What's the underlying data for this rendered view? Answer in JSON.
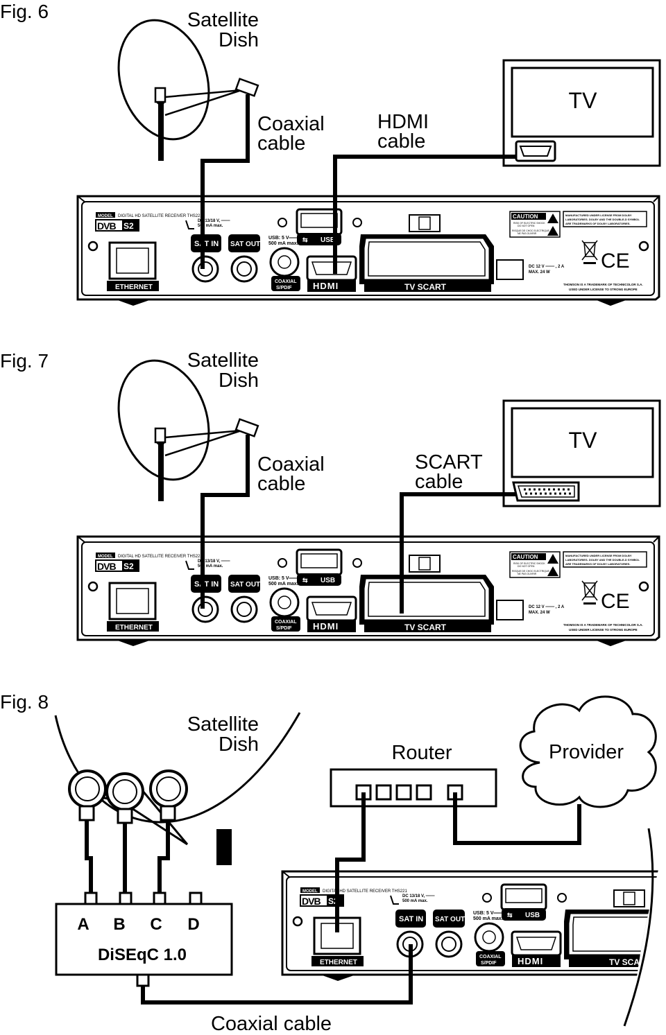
{
  "fig6": {
    "title": "Fig. 6",
    "dish_label": [
      "Satellite",
      "Dish"
    ],
    "coax_label": [
      "Coaxial",
      "cable"
    ],
    "cable_label": [
      "HDMI",
      "cable"
    ],
    "tv_label": "TV"
  },
  "fig7": {
    "title": "Fig. 7",
    "dish_label": [
      "Satellite",
      "Dish"
    ],
    "coax_label": [
      "Coaxial",
      "cable"
    ],
    "cable_label": [
      "SCART",
      "cable"
    ],
    "tv_label": "TV"
  },
  "fig8": {
    "title": "Fig. 8",
    "dish_label": [
      "Satellite",
      "Dish"
    ],
    "router_label": "Router",
    "provider_label": "Provider",
    "diseqc_ports": [
      "A",
      "B",
      "C",
      "D"
    ],
    "diseqc_label": "DiSEqC 1.0",
    "coax_label": "Coaxial cable"
  },
  "receiver": {
    "model_tag": "MODEL",
    "model_text": "DIGITAL HD SATELLITE RECEIVER THS221",
    "logo": "DVB S2",
    "ethernet": "ETHERNET",
    "sat_in": "SAT IN",
    "sat_out": "SAT OUT",
    "lnb_power": [
      "DC 13/18 V, ═══",
      "500 mA max."
    ],
    "usb_power": [
      "USB: 5 V═══",
      "500 mA max."
    ],
    "usb": "USB",
    "coaxial": [
      "COAXIAL",
      "S/PDIF"
    ],
    "hdmi": "HDMI",
    "tv_scart": "TV SCART",
    "caution": "CAUTION",
    "caution_sub": [
      "RISK OF ELECTRIC SHOCK",
      "DO NOT OPEN"
    ],
    "caution_sub2": [
      "RISQUE DE CHOC ELECTRIQUE",
      "NE PAS OUVRIR"
    ],
    "dolby": [
      "MANUFACTURED UNDER LICENSE FROM DOLBY",
      "LABORATORIES. DOLBY AND THE DOUBLE-D SYMBOL",
      "ARE TRADEMARKS OF DOLBY LABORATORIES."
    ],
    "dc_in": [
      "DC 12 V ═══ , 2 A",
      "MAX. 24 W"
    ],
    "thomson": [
      "THOMSON IS A TRADEMARK OF TECHNICOLOR S.A.",
      "USED UNDER LICENSE TO STRONG EUROPE"
    ],
    "ce": "CE"
  }
}
